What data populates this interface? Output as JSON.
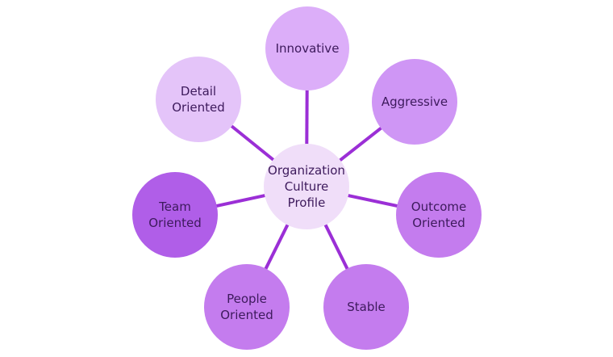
{
  "diagram": {
    "center": {
      "lines": [
        "Organization",
        "Culture",
        "Profile"
      ],
      "color": "#f0def9"
    },
    "connector_color": "#9b2fd6",
    "nodes": [
      {
        "id": "innovative",
        "lines": [
          "Innovative"
        ],
        "color": "#dcaef9"
      },
      {
        "id": "aggressive",
        "lines": [
          "Aggressive"
        ],
        "color": "#cf96f5"
      },
      {
        "id": "outcome-oriented",
        "lines": [
          "Outcome",
          "Oriented"
        ],
        "color": "#c47cee"
      },
      {
        "id": "stable",
        "lines": [
          "Stable"
        ],
        "color": "#c47cee"
      },
      {
        "id": "people-oriented",
        "lines": [
          "People",
          "Oriented"
        ],
        "color": "#c47cee"
      },
      {
        "id": "team-oriented",
        "lines": [
          "Team",
          "Oriented"
        ],
        "color": "#b05ee8"
      },
      {
        "id": "detail-oriented",
        "lines": [
          "Detail",
          "Oriented"
        ],
        "color": "#e4c4f9"
      }
    ]
  }
}
